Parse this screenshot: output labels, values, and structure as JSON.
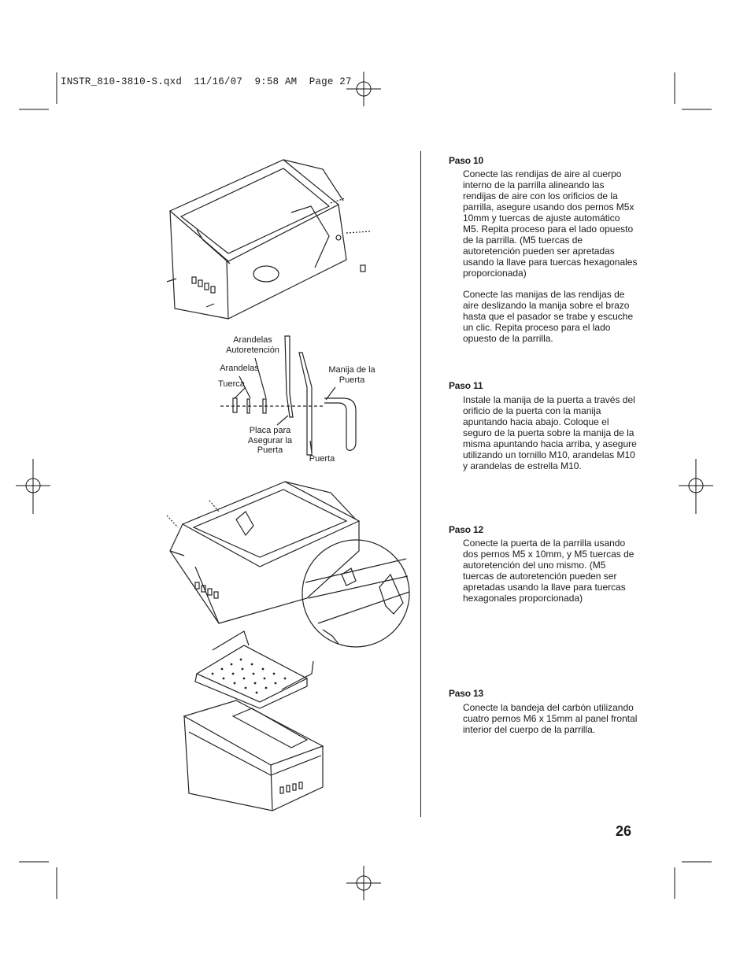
{
  "header": {
    "slug": "INSTR_810-3810-S.qxd  11/16/07  9:58 AM  Page 27"
  },
  "labels": {
    "arandelas_auto": [
      "Arandelas",
      "Autoretención"
    ],
    "arandelas": "Arandelas",
    "tuerca": "Tuerca",
    "manija": [
      "Manija de la",
      "Puerta"
    ],
    "placa": [
      "Placa para",
      "Asegurar la",
      "Puerta"
    ],
    "puerta": "Puerta"
  },
  "steps": [
    {
      "title": "Paso 10",
      "paragraphs": [
        "Conecte las rendijas de aire al cuerpo interno de la parrilla alineando las rendijas de aire con los orificios de la parrilla, asegure usando dos pernos M5x 10mm y tuercas de ajuste automático M5. Repita proceso para el lado opuesto de la parrilla. (M5 tuercas de autoretención pueden ser apretadas usando la llave para tuercas hexagonales proporcionada)",
        "Conecte las manijas de las rendijas de aire deslizando la manija sobre el brazo hasta que el pasador se trabe y escuche un clic. Repita proceso para el lado opuesto de la parrilla."
      ]
    },
    {
      "title": "Paso 11",
      "paragraphs": [
        "Instale la manija de la puerta a través del orificio de la puerta con la manija apuntando hacia abajo. Coloque el seguro de la puerta sobre la manija de la misma apuntando hacia arriba, y asegure utilizando un tornillo M10, arandelas M10 y arandelas de estrella M10."
      ]
    },
    {
      "title": "Paso 12",
      "paragraphs": [
        "Conecte la puerta de la parrilla usando dos pernos M5 x 10mm, y M5 tuercas de autoretención del uno mismo. (M5 tuercas de autoretención pueden ser apretadas usando la llave para tuercas hexagonales proporcionada)"
      ]
    },
    {
      "title": "Paso 13",
      "paragraphs": [
        "Conecte la bandeja del carbón utilizando cuatro pernos M6 x 15mm al panel frontal interior del cuerpo de la parrilla."
      ]
    }
  ],
  "page_number": "26"
}
